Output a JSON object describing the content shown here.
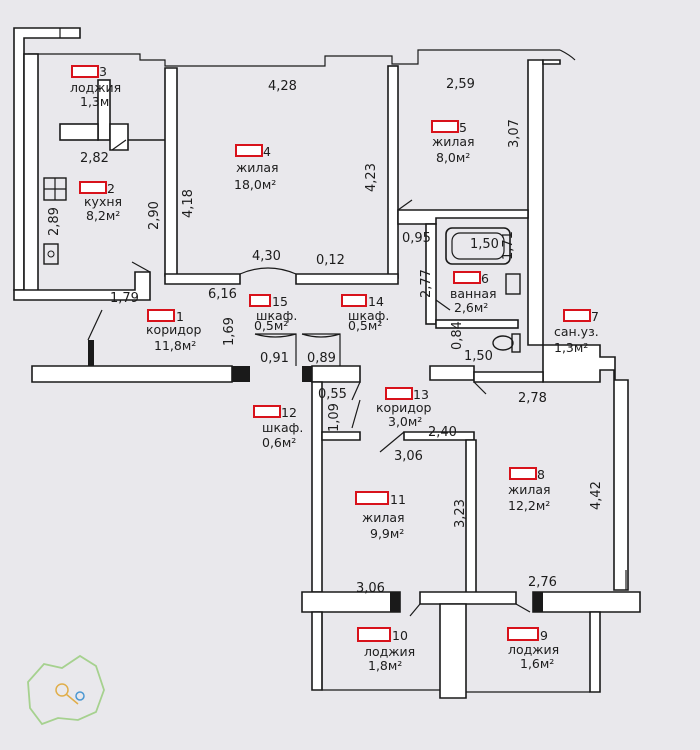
{
  "rooms": [
    {
      "id": "r1",
      "number": "1",
      "name": "коридор",
      "area": "11,8м²"
    },
    {
      "id": "r2",
      "number": "2",
      "name": "кухня",
      "area": "8,2м²"
    },
    {
      "id": "r3",
      "number": "3",
      "name": "лоджия",
      "area": "1,3м"
    },
    {
      "id": "r4",
      "number": "4",
      "name": "жилая",
      "area": "18,0м²"
    },
    {
      "id": "r5",
      "number": "5",
      "name": "жилая",
      "area": "8,0м²"
    },
    {
      "id": "r6",
      "number": "6",
      "name": "ванная",
      "area": "2,6м²"
    },
    {
      "id": "r7",
      "number": "7",
      "name": "сан.уз.",
      "area": "1,3м²"
    },
    {
      "id": "r8",
      "number": "8",
      "name": "жилая",
      "area": "12,2м²"
    },
    {
      "id": "r9",
      "number": "9",
      "name": "лоджия",
      "area": "1,6м²"
    },
    {
      "id": "r10",
      "number": "10",
      "name": "лоджия",
      "area": "1,8м²"
    },
    {
      "id": "r11",
      "number": "11",
      "name": "жилая",
      "area": "9,9м²"
    },
    {
      "id": "r12",
      "number": "12",
      "name": "шкаф.",
      "area": "0,6м²"
    },
    {
      "id": "r13",
      "number": "13",
      "name": "коридор",
      "area": "3,0м²"
    },
    {
      "id": "r14",
      "number": "14",
      "name": "шкаф.",
      "area": "0,5м²"
    },
    {
      "id": "r15",
      "number": "15",
      "name": "шкаф.",
      "area": "0,5м²"
    }
  ],
  "dimensions": {
    "d_428": "4,28",
    "d_259": "2,59",
    "d_307": "3,07",
    "d_423": "4,23",
    "d_418": "4,18",
    "d_290": "2,90",
    "d_282": "2,82",
    "d_289": "2,89",
    "d_430": "4,30",
    "d_012": "0,12",
    "d_616": "6,16",
    "d_179": "1,79",
    "d_169": "1,69",
    "d_091": "0,91",
    "d_089": "0,89",
    "d_095": "0,95",
    "d_150a": "1,50",
    "d_171": "1,71",
    "d_277": "2,77",
    "d_084": "0,84",
    "d_150b": "1,50",
    "d_055": "0,55",
    "d_109": "1,09",
    "d_240": "2,40",
    "d_306a": "3,06",
    "d_278": "2,78",
    "d_442": "4,42",
    "d_323": "3,23",
    "d_306b": "3,06",
    "d_276": "2,76"
  },
  "colors": {
    "marker": "#d8121b",
    "wall": "#1a1a1a",
    "paper": "#e9e8ec",
    "logo": "#9fcf86"
  }
}
